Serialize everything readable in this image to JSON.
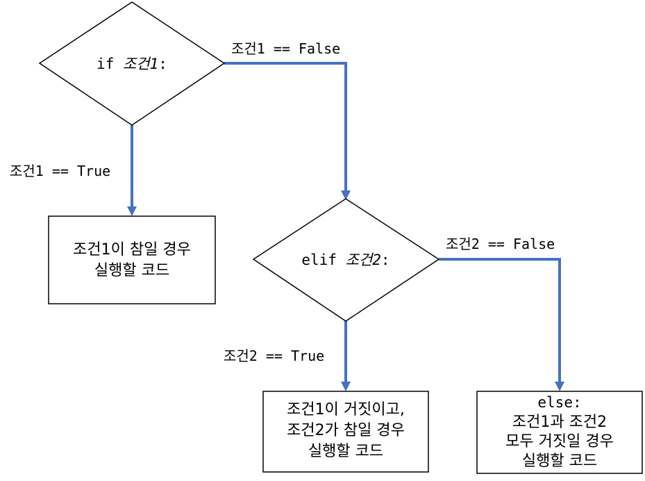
{
  "colors": {
    "connector": "#4472C4",
    "shape_stroke": "#000000",
    "background": "#ffffff"
  },
  "decision1": {
    "keyword": "if ",
    "condition": "조건1",
    "suffix": ":"
  },
  "decision2": {
    "keyword": "elif ",
    "condition": "조건2",
    "suffix": ":"
  },
  "edges": {
    "cond1_false": "조건1 == False",
    "cond1_true": "조건1 == True",
    "cond2_false": "조건2 == False",
    "cond2_true": "조건2 == True"
  },
  "boxes": {
    "if_body": {
      "lines": [
        "조건1이 참일 경우",
        "실행할 코드"
      ]
    },
    "elif_body": {
      "lines": [
        "조건1이 거짓이고,",
        "조건2가 참일 경우",
        "실행할 코드"
      ]
    },
    "else_body": {
      "keyword": "else:",
      "lines": [
        "조건1과 조건2",
        "모두 거짓일 경우",
        "실행할 코드"
      ]
    }
  }
}
